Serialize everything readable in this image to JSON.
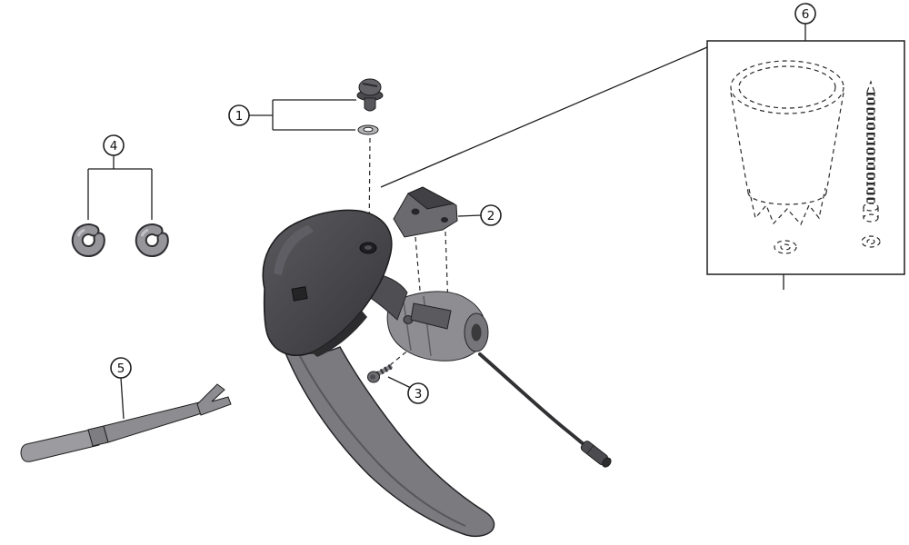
{
  "diagram": {
    "background_color": "#ffffff",
    "line_color": "#1e1e1e",
    "body_color": "#46464a",
    "metal_color": "#8e8e92",
    "callouts": [
      {
        "label": "1"
      },
      {
        "label": "2"
      },
      {
        "label": "3"
      },
      {
        "label": "4"
      },
      {
        "label": "5"
      },
      {
        "label": "6"
      }
    ]
  }
}
